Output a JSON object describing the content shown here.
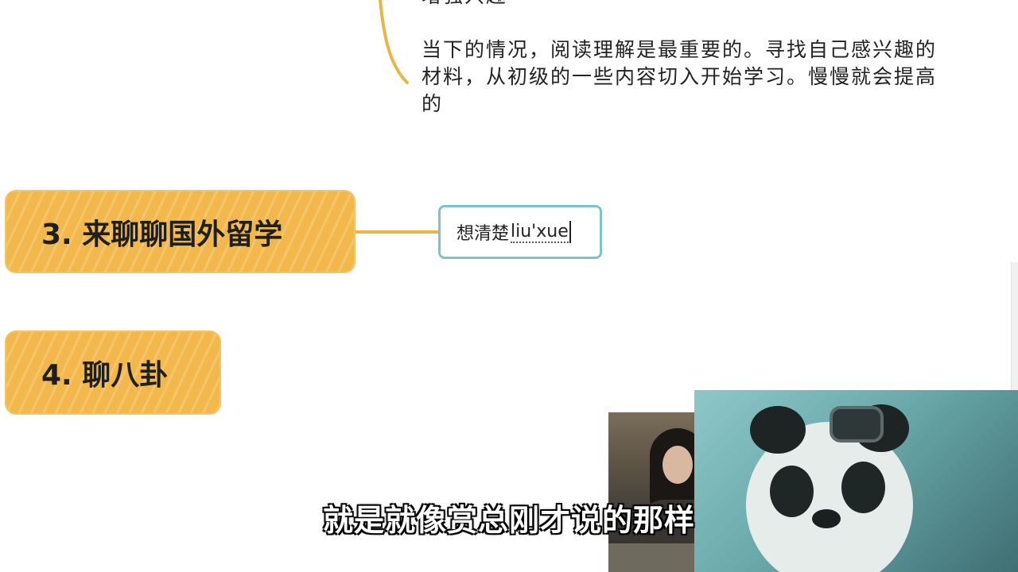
{
  "note": {
    "clipped_line": "增强兴趣",
    "paragraph": "当下的情况，阅读理解是最重要的。寻找自己感兴趣的材料，从初级的一些内容切入开始学习。慢慢就会提高的"
  },
  "topics": [
    {
      "label": "3. 来聊聊国外留学"
    },
    {
      "label": "4. 聊八卦"
    }
  ],
  "child_node": {
    "text": "想清楚",
    "ime_composition": "liu'xue"
  },
  "subtitle": "就是就像赏总刚才说的那样",
  "colors": {
    "topic_fill": "#f2b84b",
    "child_border": "#7ec4c4",
    "connector": "#e8b547"
  }
}
